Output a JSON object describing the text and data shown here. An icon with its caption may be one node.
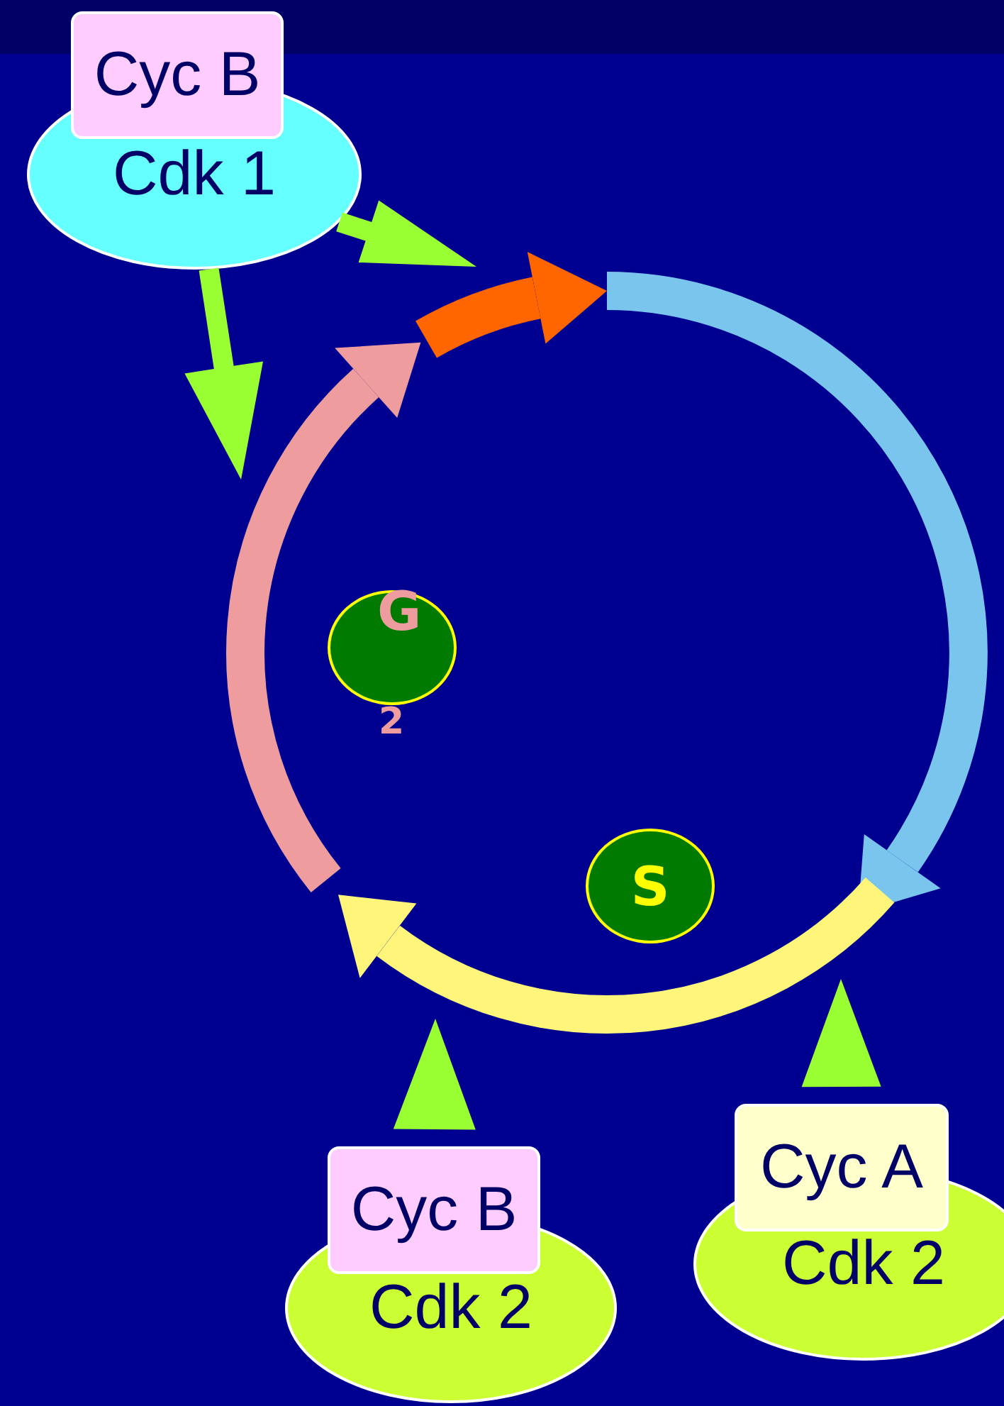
{
  "diagram": {
    "nodes": [
      {
        "text": [
          "Cdk 1"
        ]
      },
      {
        "text": [
          "Cyc B"
        ]
      },
      {
        "text": [
          "G",
          "2"
        ]
      },
      {
        "text": [
          "S"
        ]
      },
      {
        "text": [
          "Cyc B"
        ]
      },
      {
        "text": [
          "Cdk 2"
        ]
      },
      {
        "text": [
          "Cyc A"
        ]
      },
      {
        "text": [
          "Cdk 2"
        ]
      }
    ],
    "edges": [
      {
        "from": 0,
        "to": null,
        "arrow": "to"
      },
      {
        "from": 0,
        "to": null,
        "arrow": "to"
      },
      {
        "from": 4,
        "to": null,
        "arrow": "to"
      },
      {
        "from": 6,
        "to": null,
        "arrow": "to"
      }
    ]
  }
}
